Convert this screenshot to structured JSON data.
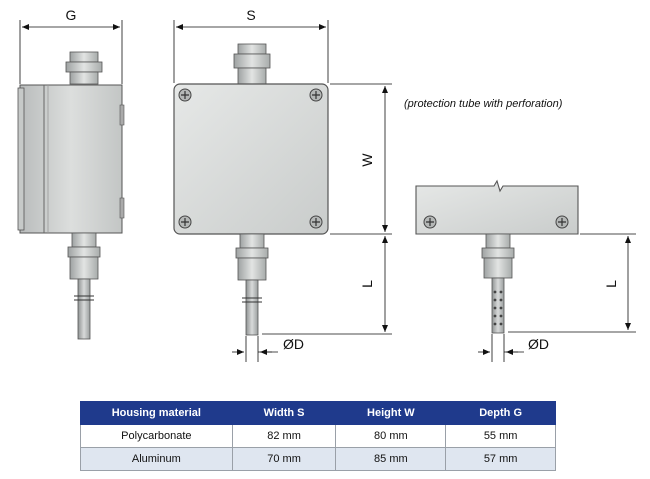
{
  "dimensions": {
    "g": "G",
    "s": "S",
    "w": "W",
    "l_center": "L",
    "l_right": "L",
    "od_center": "ØD",
    "od_right": "ØD"
  },
  "note": "(protection tube with perforation)",
  "table": {
    "headers": [
      "Housing material",
      "Width S",
      "Height W",
      "Depth G"
    ],
    "rows": [
      [
        "Polycarbonate",
        "82 mm",
        "80 mm",
        "55 mm"
      ],
      [
        "Aluminum",
        "70 mm",
        "85 mm",
        "57 mm"
      ]
    ],
    "colors": {
      "header": "#1f3a8c",
      "stripe": "#dfe6f0"
    }
  }
}
